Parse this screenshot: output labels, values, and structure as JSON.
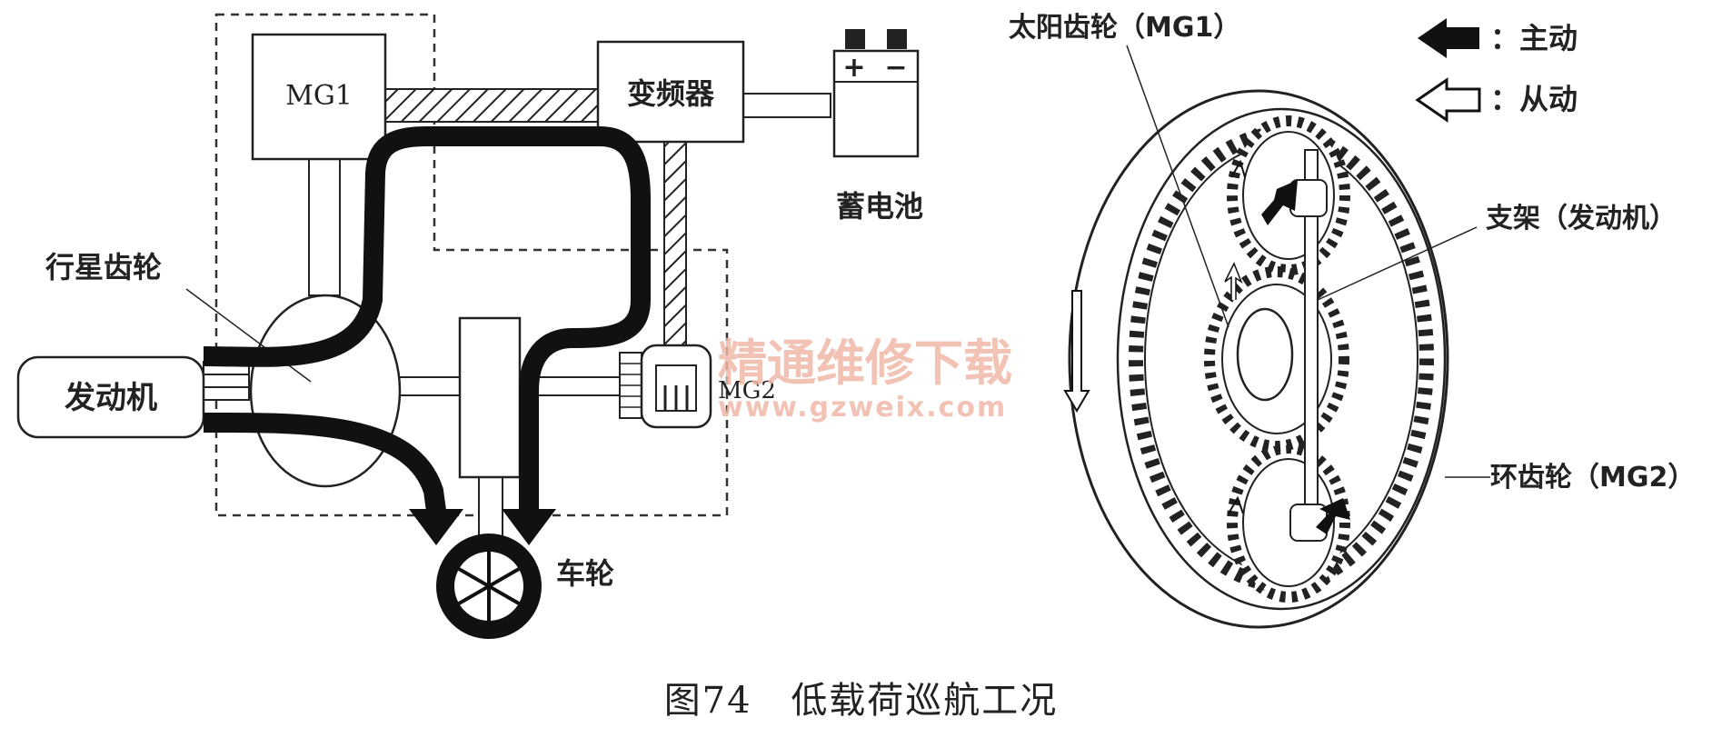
{
  "left_diagram": {
    "mg1_label": "MG1",
    "inverter_label": "变频器",
    "battery_label": "蓄电池",
    "battery_plus": "+",
    "battery_minus": "−",
    "planetary_label": "行星齿轮",
    "engine_label": "发动机",
    "mg2_label": "MG2",
    "wheel_label": "车轮"
  },
  "watermark": {
    "line1": "精通维修下载",
    "line2": "www.gzweix.com",
    "color": "#f0b8a8"
  },
  "right_diagram": {
    "sun_gear_label": "太阳齿轮（MG1）",
    "carrier_label": "支架（发动机）",
    "ring_gear_label": "环齿轮（MG2）"
  },
  "legend": {
    "drive_label": "：主动",
    "driven_label": "：从动"
  },
  "caption": {
    "figure_no": "图74",
    "title": "低载荷巡航工况"
  }
}
